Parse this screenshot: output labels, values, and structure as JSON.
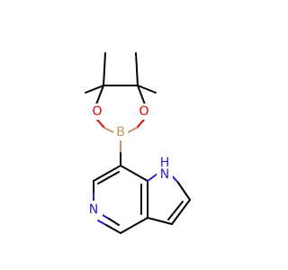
{
  "molecule": {
    "atoms": {
      "boron": {
        "label": "B",
        "color": "#c8935e"
      },
      "oxygen_left": {
        "label": "O",
        "color": "#e00000"
      },
      "oxygen_right": {
        "label": "O",
        "color": "#e00000"
      },
      "nitrogen_pyrrole": {
        "label": "H",
        "sub_label": "N",
        "color": "#2a1cc9"
      },
      "nitrogen_pyridine": {
        "label": "N",
        "color": "#2a1cc9"
      }
    }
  }
}
